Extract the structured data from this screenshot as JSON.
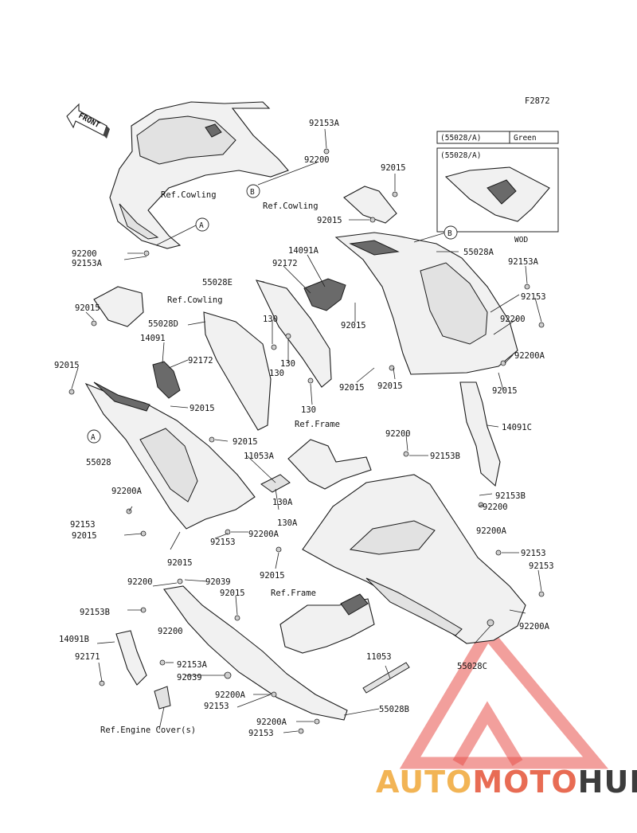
{
  "figure_code": "F2872",
  "watermark": {
    "part1": "AUTO",
    "part2": "MOTO",
    "part3": "HUB",
    "colors": {
      "part1": "#f2b455",
      "part2": "#e86c54",
      "part3": "#3c3c3c",
      "logo": "#e8504a"
    }
  },
  "direction": "FRONT",
  "color_box": {
    "code": "(55028/A)",
    "color": "Green"
  },
  "inset": {
    "title": "(55028/A)",
    "caption": "WOD"
  },
  "callouts": {
    "A": "A",
    "B": "B"
  },
  "labels": {
    "ref_cowling": "Ref.Cowling",
    "ref_frame": "Ref.Frame",
    "ref_engine_cover": "Ref.Engine Cover(s)"
  },
  "parts": {
    "p92153A": "92153A",
    "p92200": "92200",
    "p92015": "92015",
    "p14091A": "14091A",
    "p92172": "92172",
    "p55028E": "55028E",
    "p55028D": "55028D",
    "p55028A": "55028A",
    "p14091": "14091",
    "p130": "130",
    "p130A": "130A",
    "p92153": "92153",
    "p92200A": "92200A",
    "p14091C": "14091C",
    "p55028": "55028",
    "p11053A": "11053A",
    "p92153B": "92153B",
    "p92039": "92039",
    "p14091B": "14091B",
    "p92171": "92171",
    "p11053": "11053",
    "p55028C": "55028C",
    "p55028B": "55028B"
  }
}
